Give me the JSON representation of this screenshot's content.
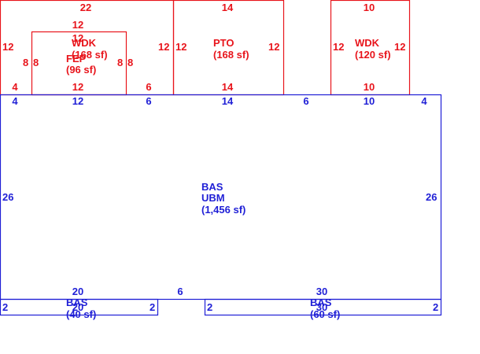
{
  "colors": {
    "addition": "#e8141b",
    "base": "#1f1fd6",
    "background": "#ffffff"
  },
  "areas": {
    "wdk_left": {
      "code": "WDK",
      "area": "(168 sf)"
    },
    "fep": {
      "code": "FEP",
      "area": "(96 sf)"
    },
    "pto": {
      "code": "PTO",
      "area": "(168 sf)"
    },
    "wdk_right": {
      "code": "WDK",
      "area": "(120 sf)"
    },
    "bas_main": {
      "code": "BAS",
      "sub": "UBM",
      "area": "(1,456 sf)"
    },
    "bas_low_left": {
      "code": "BAS",
      "area": "(40 sf)"
    },
    "bas_low_right": {
      "code": "BAS",
      "area": "(60 sf)"
    }
  },
  "dimensions": {
    "wdk_left_top": "22",
    "wdk_left_left": "12",
    "wdk_left_right": "12",
    "wdk_left_bottom_left": "4",
    "wdk_left_bottom_right": "6",
    "fep_top_a": "12",
    "fep_top_b": "12",
    "fep_left_outer": "8",
    "fep_left_inner": "8",
    "fep_right_inner": "8",
    "fep_right_outer": "8",
    "fep_bottom": "12",
    "pto_top": "14",
    "pto_left": "12",
    "pto_right": "12",
    "pto_bottom": "14",
    "wdk_right_top": "10",
    "wdk_right_left": "12",
    "wdk_right_right": "12",
    "wdk_right_bottom": "10",
    "bas_top_a": "4",
    "bas_top_b": "12",
    "bas_top_c": "6",
    "bas_top_d": "14",
    "bas_top_e": "6",
    "bas_top_f": "10",
    "bas_top_g": "4",
    "bas_left": "26",
    "bas_right": "26",
    "bas_bottom_left": "20",
    "bas_bottom_mid": "6",
    "bas_bottom_right": "30",
    "low_left_left": "2",
    "low_left_right": "2",
    "low_left_bottom": "20",
    "low_right_left": "2",
    "low_right_right": "2",
    "low_right_bottom": "30"
  }
}
